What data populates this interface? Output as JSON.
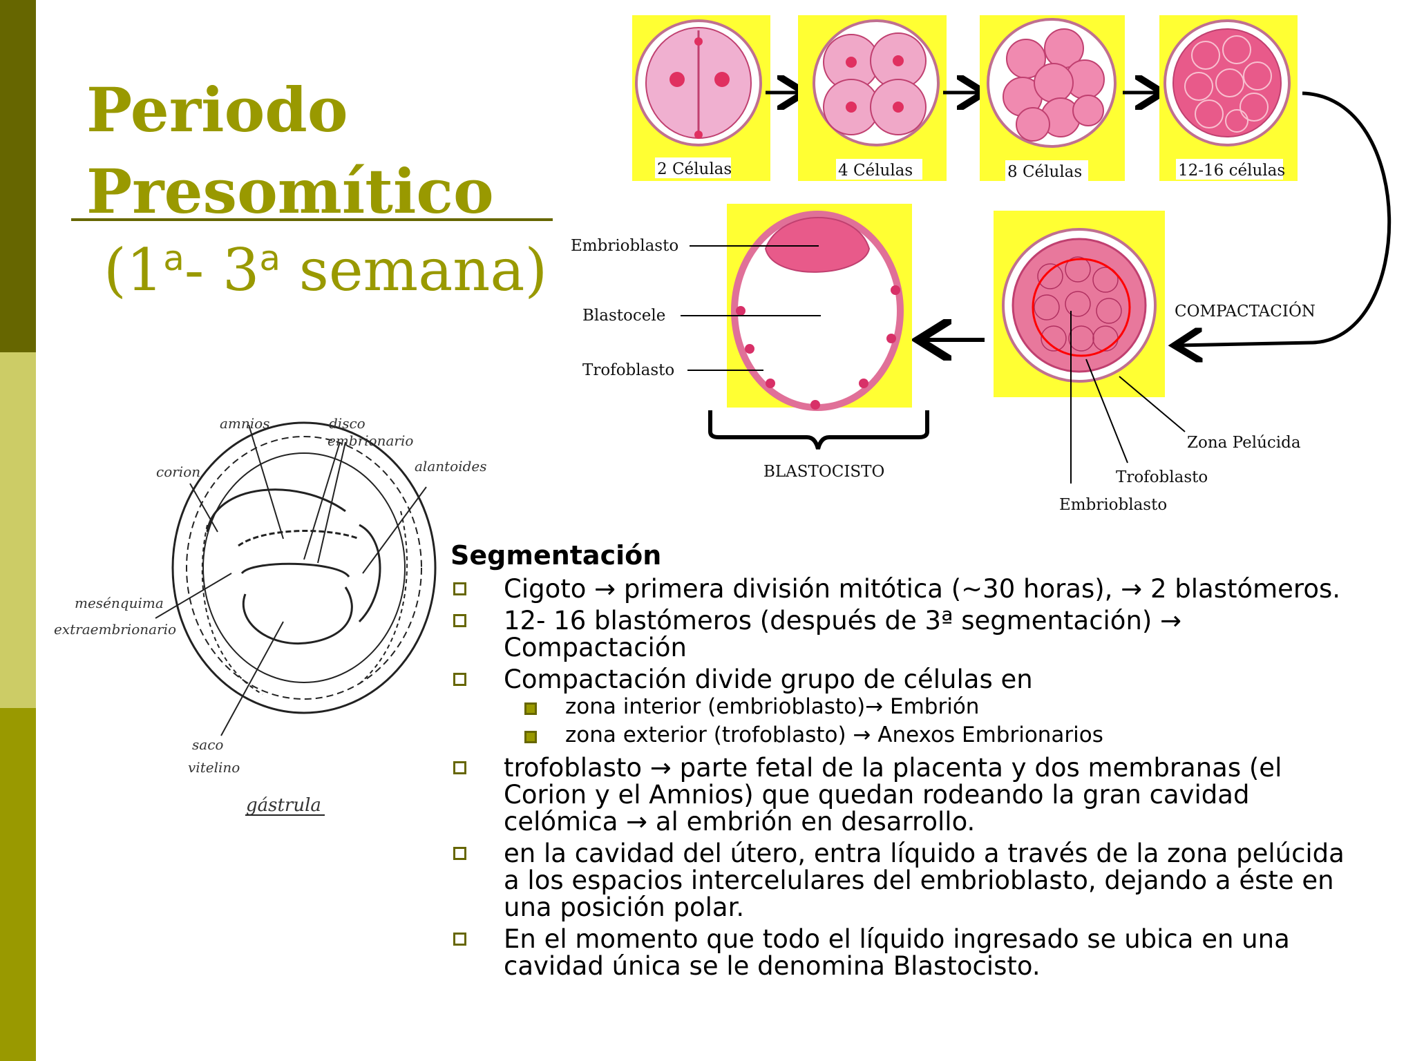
{
  "title": {
    "line1": "Periodo",
    "line2": "Presomítico"
  },
  "subtitle": {
    "open": "(1",
    "sup1": "a",
    "mid": "- 3",
    "sup2": "a",
    "rest": " semana)"
  },
  "top_diagram": {
    "stage_labels": [
      "2 Células",
      "4 Células",
      "8 Células",
      "12-16 células"
    ],
    "compaction_label": "COMPACTACIÓN",
    "blastocyst_parts": [
      "Embrioblasto",
      "Blastocele",
      "Trofoblasto"
    ],
    "blastocyst_label": "BLASTOCISTO",
    "morula_parts": [
      "Zona Pelúcida",
      "Trofoblasto",
      "Embrioblasto"
    ]
  },
  "gastrula_diagram": {
    "labels": {
      "amnios": "amnios",
      "disco1": "disco",
      "disco2": "embrionario",
      "alantoides": "alantoides",
      "corion": "corion",
      "mesenq1": "mesénquima",
      "mesenq2": "extraembrionario",
      "saco1": "saco",
      "saco2": "vitelino",
      "caption": "gástrula"
    }
  },
  "content": {
    "heading": "Segmentación",
    "bullets": [
      {
        "text": "Cigoto → primera división mitótica (~30 horas), → 2 blastómeros."
      },
      {
        "text": "12- 16 blastómeros (después de 3ª segmentación) → Compactación"
      },
      {
        "text": "Compactación divide  grupo de células en",
        "sub": [
          "zona interior (embrioblasto)→ Embrión",
          "zona exterior (trofoblasto) → Anexos Embrionarios"
        ]
      },
      {
        "text": "trofoblasto → parte fetal de la placenta y dos membranas (el Corion y el Amnios) que quedan rodeando la gran cavidad celómica → al embrión en desarrollo."
      },
      {
        "text": "en la cavidad del útero, entra líquido a través de la zona pelúcida a los espacios intercelulares del embrioblasto, dejando a éste en una posición polar."
      },
      {
        "text": "En el momento que todo el líquido ingresado se ubica en una cavidad única se le denomina Blastocisto."
      }
    ]
  },
  "colors": {
    "olive_dark": "#666600",
    "olive": "#999900",
    "olive_light": "#cccc66",
    "panel_yellow": "#ffff33",
    "cell_pink": "#e85a8a"
  }
}
